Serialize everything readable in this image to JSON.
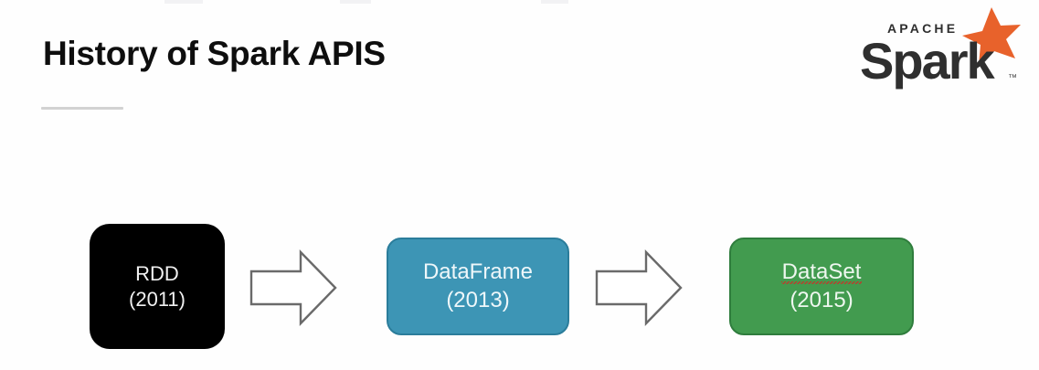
{
  "slide": {
    "title": "History of Spark APIS",
    "background_color": "#fefefe"
  },
  "logo": {
    "name": "apache-spark-logo",
    "top_text": "APACHE",
    "wordmark": "Spark",
    "trademark": "™",
    "star_color": "#e8622b",
    "word_color": "#2f2f2f"
  },
  "diagram": {
    "type": "flow",
    "nodes": [
      {
        "id": "rdd",
        "title": "RDD",
        "year": "(2011)",
        "fill": "#000000",
        "text_color": "#f0f0f0",
        "spellcheck_underline": false
      },
      {
        "id": "dataframe",
        "title": "DataFrame",
        "year": "(2013)",
        "fill": "#3d95b5",
        "border": "#2b7d9b",
        "text_color": "#eef7fa",
        "spellcheck_underline": false
      },
      {
        "id": "dataset",
        "title": "DataSet",
        "year": "(2015)",
        "fill": "#429b4f",
        "border": "#2f7d3d",
        "text_color": "#eef7ef",
        "spellcheck_underline": true,
        "underline_color": "#c0392b"
      }
    ],
    "connectors": [
      {
        "id": "arrow-1",
        "from": "rdd",
        "to": "dataframe",
        "shape": "block-arrow-right",
        "stroke": "#6a6a6a",
        "fill": "#ffffff"
      },
      {
        "id": "arrow-2",
        "from": "dataframe",
        "to": "dataset",
        "shape": "block-arrow-right",
        "stroke": "#6a6a6a",
        "fill": "#ffffff"
      }
    ]
  }
}
